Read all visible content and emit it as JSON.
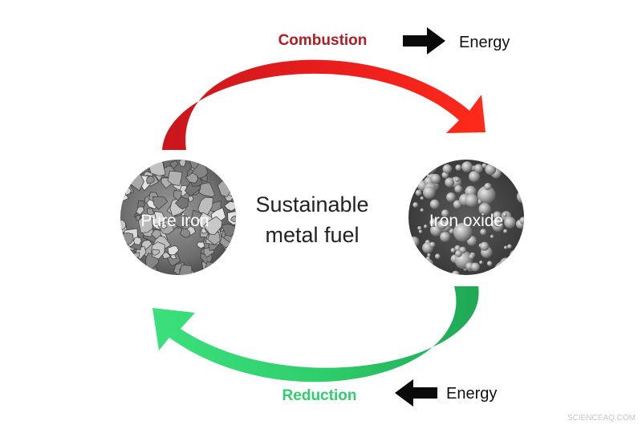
{
  "diagram": {
    "center_line1": "Sustainable",
    "center_line2": "metal fuel",
    "left_node": {
      "label": "Pure iron"
    },
    "right_node": {
      "label": "Iron oxide"
    },
    "top_process": {
      "label": "Combustion",
      "energy_label": "Energy",
      "color": "#e01b1b"
    },
    "bottom_process": {
      "label": "Reduction",
      "energy_label": "Energy",
      "color": "#2ec76a"
    },
    "watermark": "SCIENCEAQ.COM"
  }
}
